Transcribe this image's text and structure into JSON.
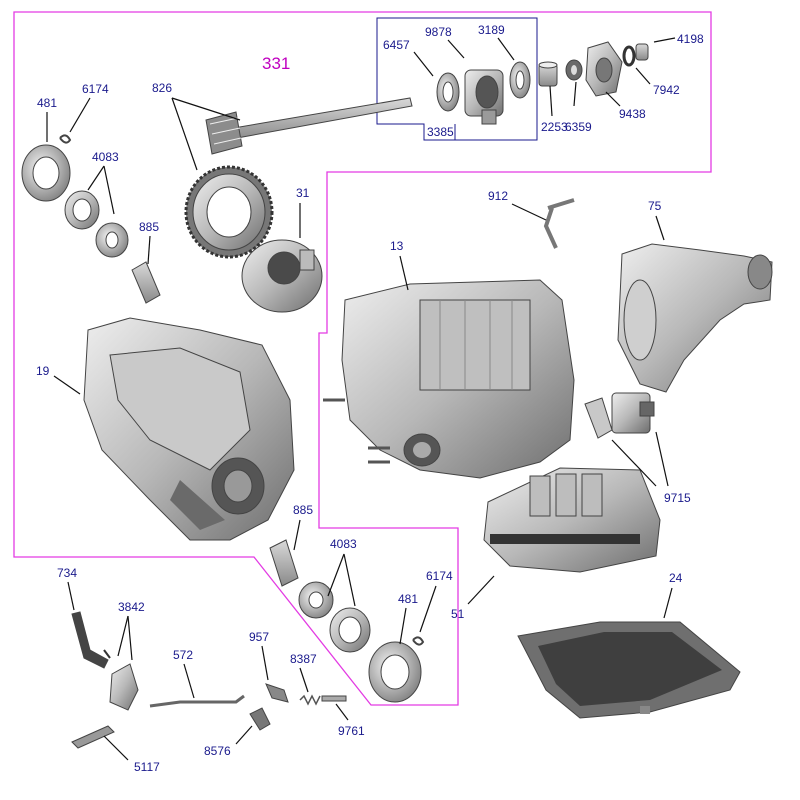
{
  "group": {
    "label": "331",
    "outline_color": "#e33be3",
    "box_color": "#1a1a8c",
    "box_label": "3385"
  },
  "colors": {
    "label": "#1a1a8c",
    "leader": "#111111",
    "metal_light": "#d6d6d6",
    "metal_mid": "#a9a9a9",
    "metal_dark": "#5a5a5a"
  },
  "parts": {
    "p331_6457": "6457",
    "p331_9878": "9878",
    "p331_3189": "3189",
    "p4198": "4198",
    "p7942": "7942",
    "p9438": "9438",
    "p6359": "6359",
    "p2253": "2253",
    "p826": "826",
    "p481_top": "481",
    "p6174_top": "6174",
    "p4083_top": "4083",
    "p885_top": "885",
    "p31": "31",
    "p19": "19",
    "p912": "912",
    "p13": "13",
    "p75": "75",
    "p9715": "9715",
    "p885_bot": "885",
    "p4083_bot": "4083",
    "p6174_bot": "6174",
    "p481_bot": "481",
    "p51": "51",
    "p24": "24",
    "p734": "734",
    "p3842": "3842",
    "p572": "572",
    "p957": "957",
    "p8387": "8387",
    "p9761": "9761",
    "p8576": "8576",
    "p5117": "5117"
  }
}
